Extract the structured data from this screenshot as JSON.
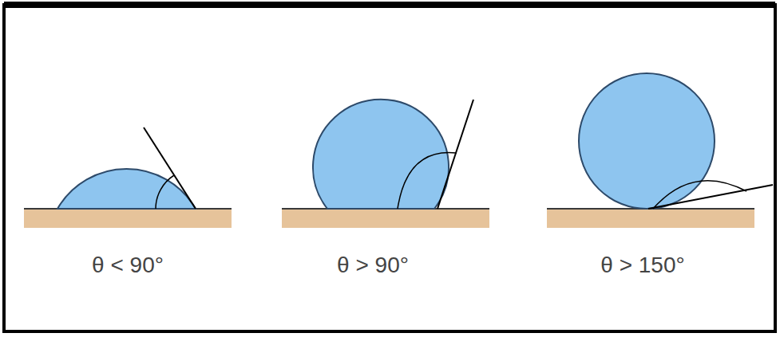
{
  "diagram": {
    "labels": [
      "θ < 90°",
      "θ > 90°",
      "θ > 150°"
    ]
  }
}
